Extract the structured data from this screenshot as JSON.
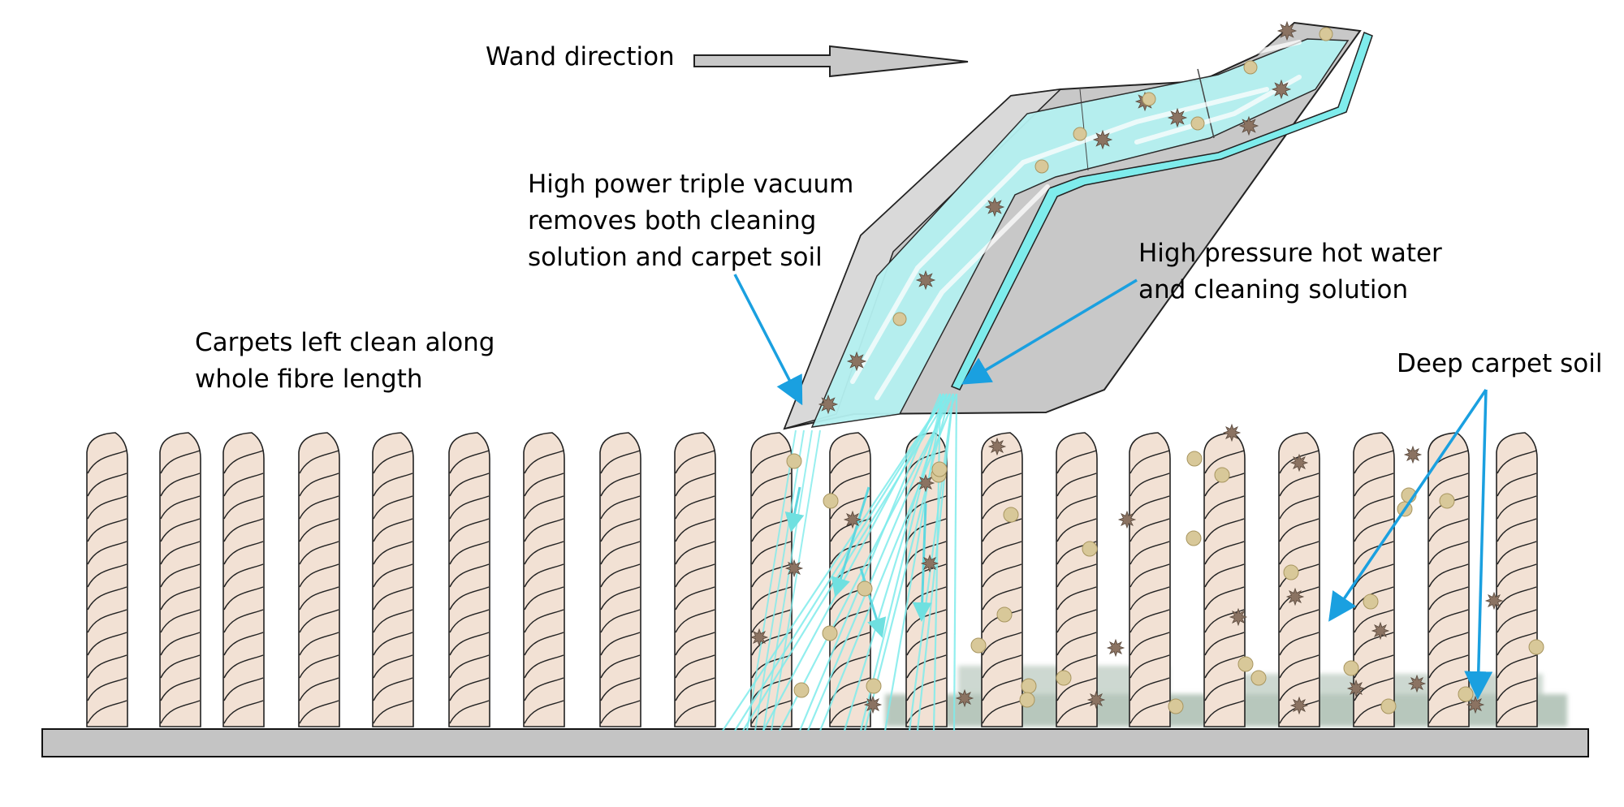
{
  "labels": {
    "wand_direction": "Wand direction",
    "vacuum": [
      "High power triple vacuum",
      "removes both cleaning",
      "solution and carpet soil"
    ],
    "pressure": [
      "High pressure hot water",
      "and cleaning solution"
    ],
    "clean": [
      "Carpets left clean along",
      "whole fibre length"
    ],
    "soil": "Deep carpet soil"
  },
  "colors": {
    "background": "#ffffff",
    "fibre_fill": "#f2e1d4",
    "fibre_outline": "#222222",
    "base": "#c4c4c4",
    "wand_body": "#c8c8c8",
    "water": "#7fecec",
    "pointer_arrow": "#1aa0e0",
    "soil_particle": "#8b7362",
    "soil_bead": "#d8c899",
    "soil_smudge": "#7d9a86"
  }
}
